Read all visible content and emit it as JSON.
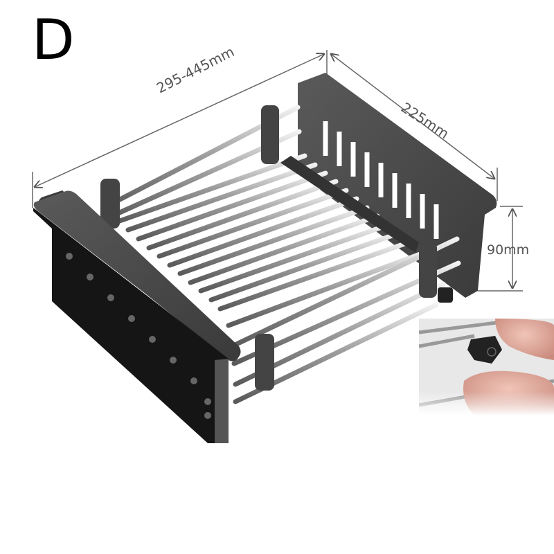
{
  "variant": {
    "letter": "D"
  },
  "dimensions": {
    "length": "295-445mm",
    "width": "225mm",
    "height": "90mm"
  },
  "product": {
    "name": "expandable sink dish drying rack",
    "frame_color": "#4a4a4a",
    "rod_color": "#c8c8c8"
  },
  "inset": {
    "subject": "hand tightening adjustment knob"
  }
}
